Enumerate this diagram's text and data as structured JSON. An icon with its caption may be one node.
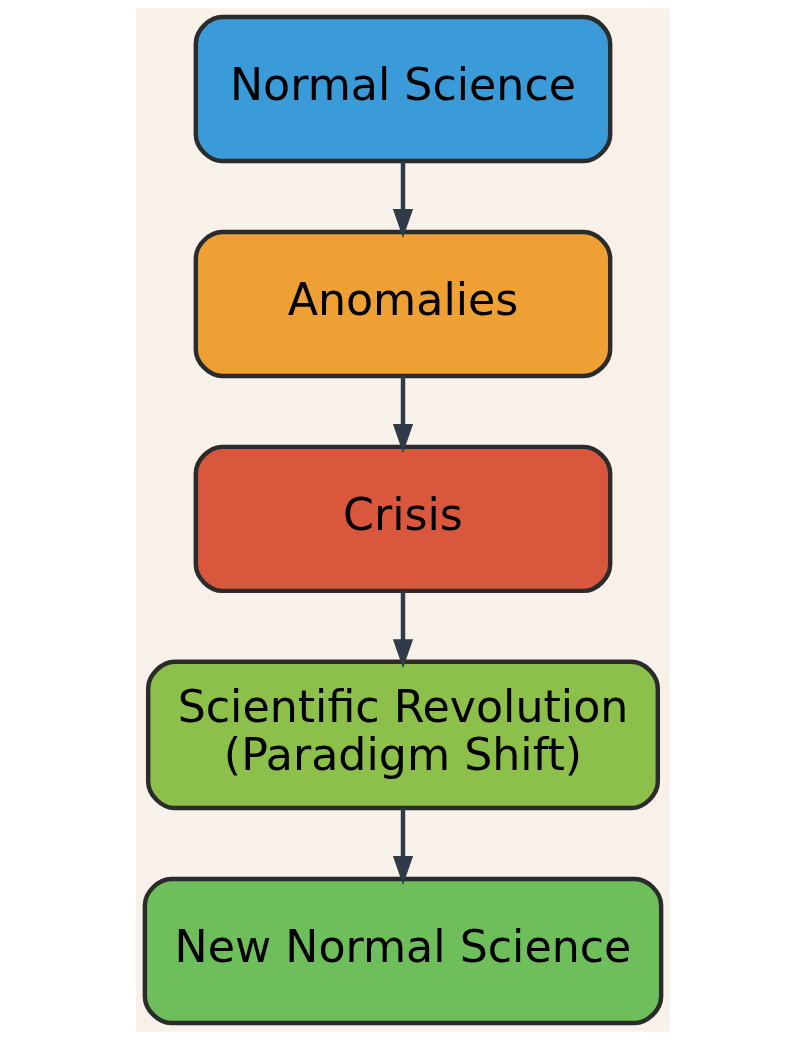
{
  "diagram": {
    "nodes": [
      {
        "text": [
          "Normal Science"
        ]
      },
      {
        "text": [
          "Anomalies"
        ]
      },
      {
        "text": [
          "Crisis"
        ]
      },
      {
        "text": [
          "Scientific Revolution (Paradigm Shift)"
        ]
      },
      {
        "text": [
          "New Normal Science"
        ]
      }
    ],
    "edges": [
      {
        "from": 0,
        "to": 1,
        "arrow": "to"
      },
      {
        "from": 1,
        "to": 2,
        "arrow": "to"
      },
      {
        "from": 2,
        "to": 3,
        "arrow": "to"
      },
      {
        "from": 3,
        "to": 4,
        "arrow": "to"
      }
    ]
  }
}
